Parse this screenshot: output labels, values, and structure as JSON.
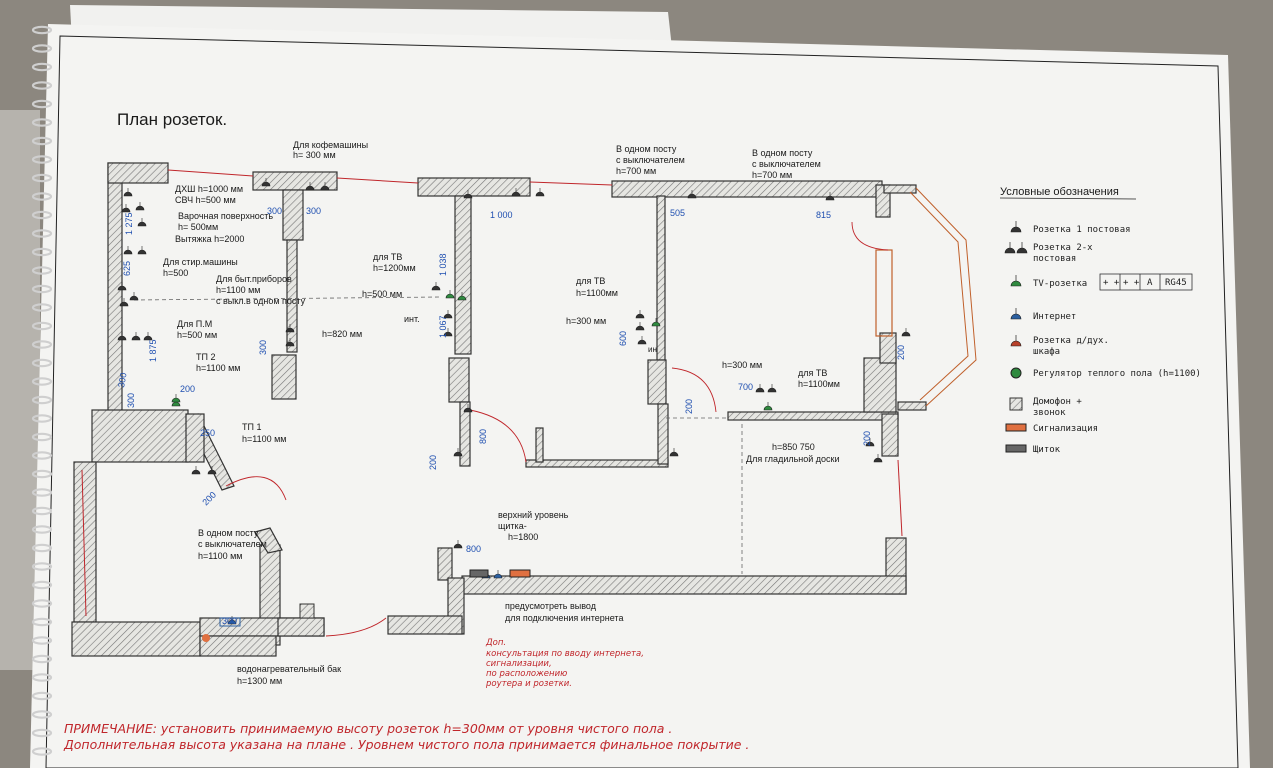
{
  "title": "План розеток.",
  "labels": {
    "coffee": [
      "Для кофемашины",
      "h= 300 мм"
    ],
    "dsh": [
      "ДХШ h=1000 мм",
      "СВЧ h=500 мм"
    ],
    "hob": [
      "Варочная поверхность",
      "h= 500мм",
      "Вытяжка h=2000"
    ],
    "washer": [
      "Для стир.машины",
      "h=500"
    ],
    "appliances": [
      "Для быт.приборов",
      "h=1100 мм",
      "с выкл.в одном посту"
    ],
    "dishwasher": [
      "Для П.М",
      "h=500 мм"
    ],
    "tp2": [
      "ТП 2",
      "h=1100 мм"
    ],
    "tp1": [
      "ТП 1",
      "h=1100 мм"
    ],
    "tv1": [
      "для ТВ",
      "h=1200мм"
    ],
    "tv2": [
      "для ТВ",
      "h=1100мм"
    ],
    "tv3": [
      "для ТВ",
      "h=1100мм"
    ],
    "post1": [
      "В одном посту",
      "с выключателем",
      "h=700 мм"
    ],
    "post2": [
      "В одном посту",
      "с выключателем",
      "h=700 мм"
    ],
    "post3": [
      "В одном посту",
      "с выключателем",
      "h=1100 мм"
    ],
    "h500": "h=500 мм",
    "h820": "h=820 мм",
    "h300a": "h=300 мм",
    "h300b": "h=300 мм",
    "int": "инт.",
    "int2": "ин",
    "ironing": [
      "h=850 750",
      "Для гладильной доски"
    ],
    "panel": [
      "верхний уровень",
      "щитка-",
      "h=1800"
    ],
    "internet_out": [
      "предусмотреть вывод",
      "для подключения интернета"
    ],
    "boiler": [
      "водонагревательный бак",
      "h=1300 мм"
    ],
    "consult": [
      "Доп.",
      "консультация по вводу интернета,",
      "сигнализации,",
      "по расположению",
      "роутера и розетки."
    ],
    "note1": "ПРИМЕЧАНИЕ: установить принимаемую высоту розеток   h=300мм  от уровня чистого пола .",
    "note2": "Дополнительная высота указана на плане .  Уровнем чистого пола принимается финальное покрытие .",
    "dims": [
      "300",
      "300",
      "1 275",
      "625",
      "1 875",
      "300",
      "200",
      "250",
      "200",
      "1 000",
      "1 038",
      "1 067",
      "505",
      "815",
      "200",
      "600",
      "300",
      "200",
      "700",
      "200",
      "800",
      "200",
      "800",
      "300",
      "300"
    ]
  },
  "legend": {
    "title": "Условные обозначения",
    "items": [
      {
        "text": "Розетка  1 постовая",
        "kind": "single"
      },
      {
        "text": "Розетка  2-х\nпостовая",
        "kind": "double"
      },
      {
        "text": "TV-розетка",
        "kind": "tv"
      },
      {
        "text": "Интернет",
        "kind": "internet"
      },
      {
        "text": "Розетка д/дух.\nшкафа",
        "kind": "oven"
      },
      {
        "text": "Регулятор теплого пола (h=1100)",
        "kind": "floor"
      },
      {
        "text": "Домофон +\nзвонок",
        "kind": "intercom"
      },
      {
        "text": "Сигнализация",
        "kind": "alarm"
      },
      {
        "text": "Щиток",
        "kind": "panel"
      }
    ],
    "tv_box": [
      "+ +",
      "+ +",
      "A",
      "RG45"
    ]
  },
  "colors": {
    "wall": "#5a5a5a",
    "hatch": "#9a9a9a",
    "dim": "#1f4fb0",
    "red": "#c0262b",
    "socket": "#333333",
    "tv": "#2f8a3f",
    "internet": "#2b5fa0",
    "oven": "#b8402a",
    "alarm": "#e07040",
    "panel": "#666666"
  }
}
